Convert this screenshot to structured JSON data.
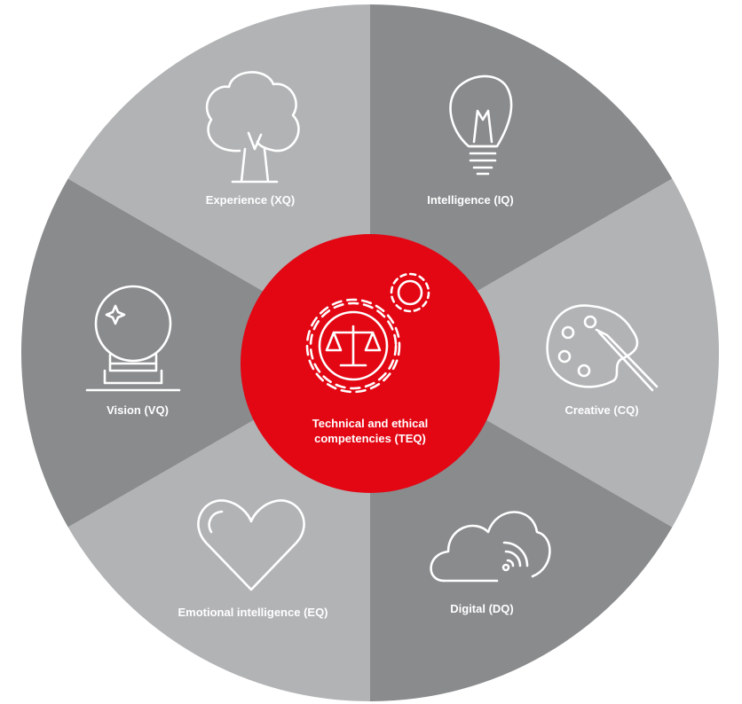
{
  "colors": {
    "light": "#b1b3b5",
    "dark": "#898b8d",
    "red": "#e30613",
    "line": "#ffffff"
  },
  "center": {
    "line1": "Technical and ethical",
    "line2": "competencies (TEQ)",
    "icon": "gear-scales-icon"
  },
  "segments": [
    {
      "label": "Intelligence (IQ)",
      "icon": "lightbulb-icon",
      "shade": "dark"
    },
    {
      "label": "Creative (CQ)",
      "icon": "palette-icon",
      "shade": "light"
    },
    {
      "label": "Digital (DQ)",
      "icon": "cloud-icon",
      "shade": "dark"
    },
    {
      "label": "Emotional intelligence (EQ)",
      "icon": "heart-icon",
      "shade": "light"
    },
    {
      "label": "Vision (VQ)",
      "icon": "crystal-ball-icon",
      "shade": "dark"
    },
    {
      "label": "Experience (XQ)",
      "icon": "tree-icon",
      "shade": "light"
    }
  ]
}
